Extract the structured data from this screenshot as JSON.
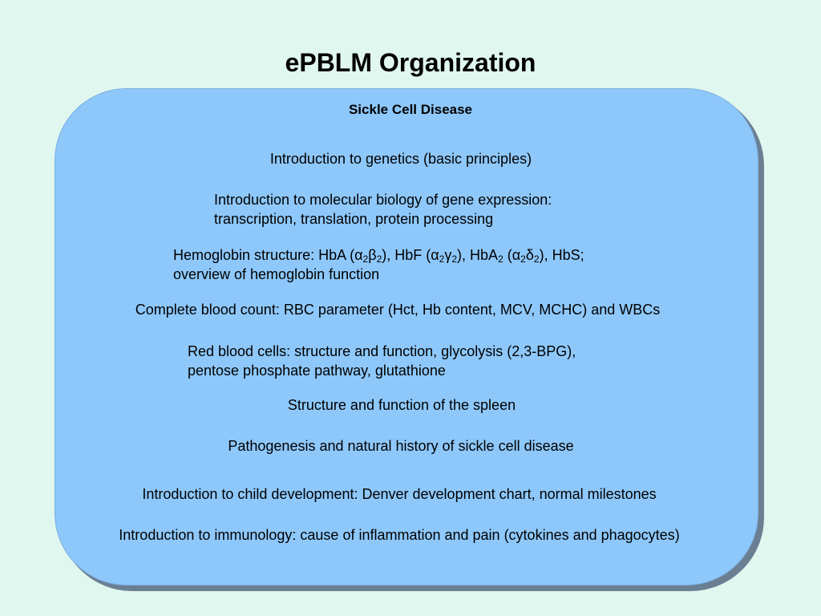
{
  "title": "ePBLM Organization",
  "subtitle": "Sickle Cell Disease",
  "topics": {
    "genetics": "Introduction to genetics (basic principles)",
    "molbio_1": "Introduction to molecular biology of gene expression:",
    "molbio_2": "transcription, translation, protein processing",
    "hb_label": "Hemoglobin structure: HbA (",
    "hb_alpha": "α",
    "hb_sub2": "2",
    "hb_beta": "β",
    "hb_close": ")",
    "hbf_label": ", HbF (",
    "hb_gamma": "γ",
    "hba2_label": ", HbA",
    "hba2_open": " (",
    "hb_delta": "δ",
    "hbs_label": "), HbS;",
    "hb_2": "overview of hemoglobin function",
    "cbc": "Complete blood count: RBC parameter (Hct, Hb content, MCV, MCHC) and WBCs",
    "rbc_1": "Red blood cells: structure and function, glycolysis (2,3-BPG),",
    "rbc_2": "pentose phosphate pathway, glutathione",
    "spleen": "Structure and function of the spleen",
    "pathogenesis": "Pathogenesis and natural history of sickle cell disease",
    "child_dev": "Introduction to child development: Denver development chart, normal milestones",
    "immunology": "Introduction to immunology: cause of inflammation and pain (cytokines and phagocytes)"
  }
}
